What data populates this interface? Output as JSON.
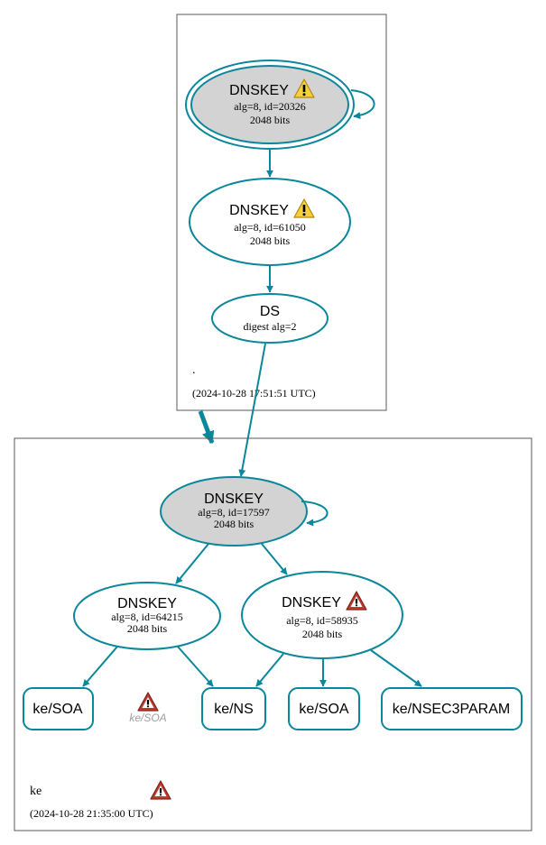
{
  "colors": {
    "edge": "#0a879a",
    "ksk_fill": "#d3d3d3",
    "warn_yellow": "#f4d03f",
    "warn_red": "#c0392b",
    "zone_border": "#5a5a5a"
  },
  "root_zone": {
    "name": ".",
    "timestamp": "(2024-10-28 17:51:51 UTC)",
    "ksk": {
      "title": "DNSKEY",
      "line1": "alg=8, id=20326",
      "line2": "2048 bits",
      "warning": "yellow-warning-icon"
    },
    "zsk": {
      "title": "DNSKEY",
      "line1": "alg=8, id=61050",
      "line2": "2048 bits",
      "warning": "yellow-warning-icon"
    },
    "ds": {
      "title": "DS",
      "line1": "digest alg=2"
    }
  },
  "ke_zone": {
    "name": "ke",
    "timestamp": "(2024-10-28 21:35:00 UTC)",
    "zone_warning": "red-warning-icon",
    "ksk": {
      "title": "DNSKEY",
      "line1": "alg=8, id=17597",
      "line2": "2048 bits"
    },
    "zsk1": {
      "title": "DNSKEY",
      "line1": "alg=8, id=64215",
      "line2": "2048 bits"
    },
    "zsk2": {
      "title": "DNSKEY",
      "line1": "alg=8, id=58935",
      "line2": "2048 bits",
      "warning": "red-warning-icon"
    },
    "rrsets": [
      "ke/SOA",
      "ke/NS",
      "ke/SOA",
      "ke/NSEC3PARAM"
    ],
    "ghost_rrset": "ke/SOA"
  }
}
